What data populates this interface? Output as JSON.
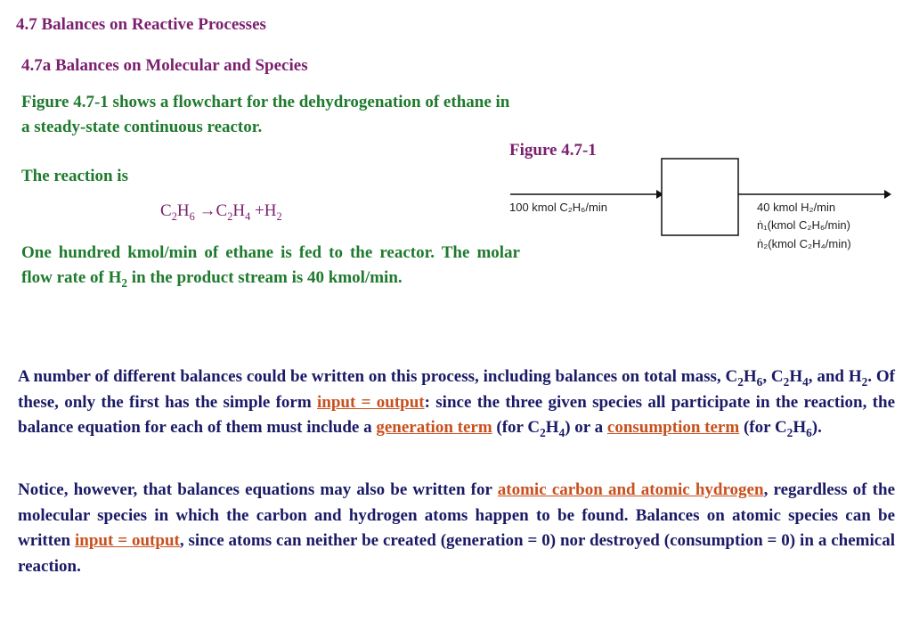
{
  "section_title": "4.7 Balances on Reactive Processes",
  "subsection_title": "4.7a Balances on Molecular and Species",
  "intro": {
    "text1": "Figure 4.7-1 shows a flowchart for the dehydrogenation of ethane in a steady-state continuous reactor."
  },
  "reaction": {
    "label": "The reaction is",
    "reactant": "C",
    "r_sub1": "2",
    "r_h": "H",
    "r_sub2": "6",
    "arrow": "→",
    "p1": "C",
    "p1_sub1": "2",
    "p1_h": "H",
    "p1_sub2": "4",
    "plus": "+",
    "p2": "H",
    "p2_sub": "2"
  },
  "feed_paragraph": {
    "part1": "One hundred kmol/min of ethane is fed to the reactor. The molar flow rate of H",
    "sub": "2",
    "part2": " in the product stream is 40 kmol/min."
  },
  "figure": {
    "caption": "Figure 4.7-1",
    "feed_label": "100 kmol C₂H₆/min",
    "out_label1": "40 kmol  H₂/min",
    "out_label2": "ṅ₁(kmol C₂H₆/min)",
    "out_label3": "ṅ₂(kmol C₂H₄/min)"
  },
  "body1": {
    "t1": "A number of different balances could be written on this process, including balances on total mass, C",
    "s1": "2",
    "t2": "H",
    "s2": "6",
    "t3": ", C",
    "s3": "2",
    "t4": "H",
    "s4": "4",
    "t5": ", and H",
    "s5": "2",
    "t6": ". Of these, only the first has the simple form ",
    "link1": "input = output",
    "t7": ": since the three given species all participate in the reaction, the balance equation for each of them must include a ",
    "link2": "generation term",
    "t8": " (for C",
    "s6": "2",
    "t9": "H",
    "s7": "4",
    "t10": ") or a ",
    "link3": "consumption term",
    "t11": " (for C",
    "s8": "2",
    "t12": "H",
    "s9": "6",
    "t13": ")."
  },
  "body2": {
    "t1": "Notice, however, that balances equations may also be written for ",
    "link1": "atomic carbon and atomic hydrogen",
    "t2": ", regardless of the molecular species in which the carbon and hydrogen atoms happen to be found. Balances on atomic species can be written ",
    "link2": "input = output",
    "t3": ", since atoms can neither be created (generation = 0) nor destroyed (consumption = 0) in a chemical reaction."
  },
  "colors": {
    "title": "#7b1f6e",
    "green_text": "#1f7a2e",
    "navy_text": "#1a1a66",
    "highlight": "#c8501e"
  }
}
